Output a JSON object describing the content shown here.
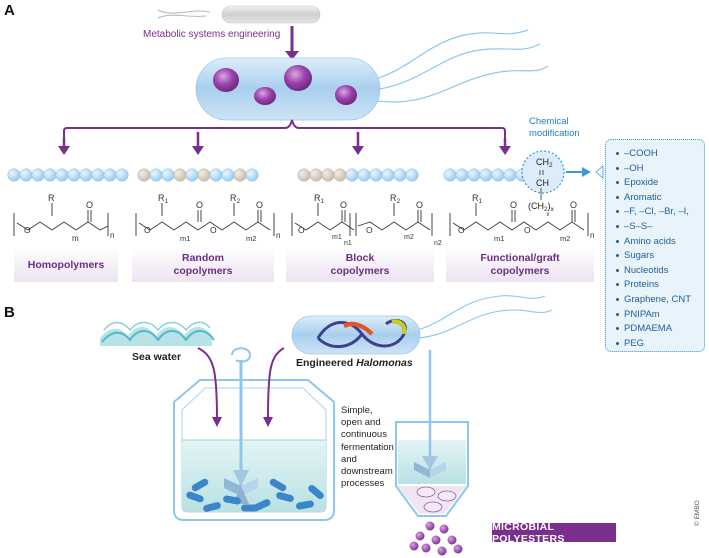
{
  "panel_a": {
    "letter": "A",
    "engineering_label": "Metabolic systems engineering",
    "chem_mod_label_line1": "Chemical",
    "chem_mod_label_line2": "modification",
    "side_chain": {
      "ch2": "CH",
      "ch2_sub": "2",
      "ch": "CH",
      "linker": "(CH",
      "linker_sub": "2",
      "linker_end": ")",
      "linker_x": "x"
    },
    "categories": [
      {
        "line1": "Homopolymers",
        "line2": ""
      },
      {
        "line1": "Random",
        "line2": "copolymers"
      },
      {
        "line1": "Block",
        "line2": "copolymers"
      },
      {
        "line1": "Functional/graft",
        "line2": "copolymers"
      }
    ],
    "formula_labels": {
      "r": "R",
      "r1": "R",
      "r2": "R",
      "sub1": "1",
      "sub2": "2",
      "o": "O",
      "m": "m",
      "n": "n",
      "m1": "m1",
      "m2": "m2",
      "n1": "n1",
      "n2": "n2"
    },
    "modifications": [
      "–COOH",
      "–OH",
      "Epoxide",
      "Aromatic",
      "–F, –Cl, –Br, –I,",
      "–S–S–",
      "Amino acids",
      "Sugars",
      "Nucleotids",
      "Proteins",
      "Graphene, CNT",
      "PNIPAm",
      "PDMAEMA",
      "PEG"
    ]
  },
  "panel_b": {
    "letter": "B",
    "sea_water": "Sea water",
    "engineered_prefix": "Engineered ",
    "engineered_species": "Halomonas",
    "process_text": [
      "Simple,",
      "open and",
      "continuous",
      "fermentation",
      "and",
      "downstream",
      "processes"
    ],
    "product_label": "MICROBIAL POLYESTERS",
    "credit": "© EMBO"
  },
  "colors": {
    "purple": "#7b2f8c",
    "blue": "#3a9ad3",
    "light_blue": "#bcdff3",
    "bead_blue": "#a9d3f0",
    "bead_tan": "#d7ccbf",
    "cell_body": "#b9d9f2",
    "inclusion": "#8e3a9d"
  }
}
